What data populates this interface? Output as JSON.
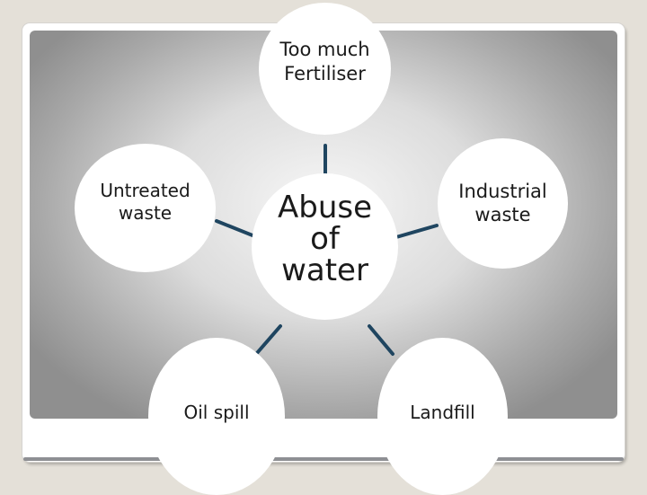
{
  "diagram": {
    "center": "Abuse of water",
    "nodes": {
      "top": "Too much Fertiliser",
      "left": "Untreated waste",
      "right": "Industrial waste",
      "bottom_left": "Oil spill",
      "bottom_right": "Landfill"
    }
  },
  "colors": {
    "connector": "#1f4560",
    "node_fill": "#ffffff",
    "text": "#1a1a1a"
  }
}
